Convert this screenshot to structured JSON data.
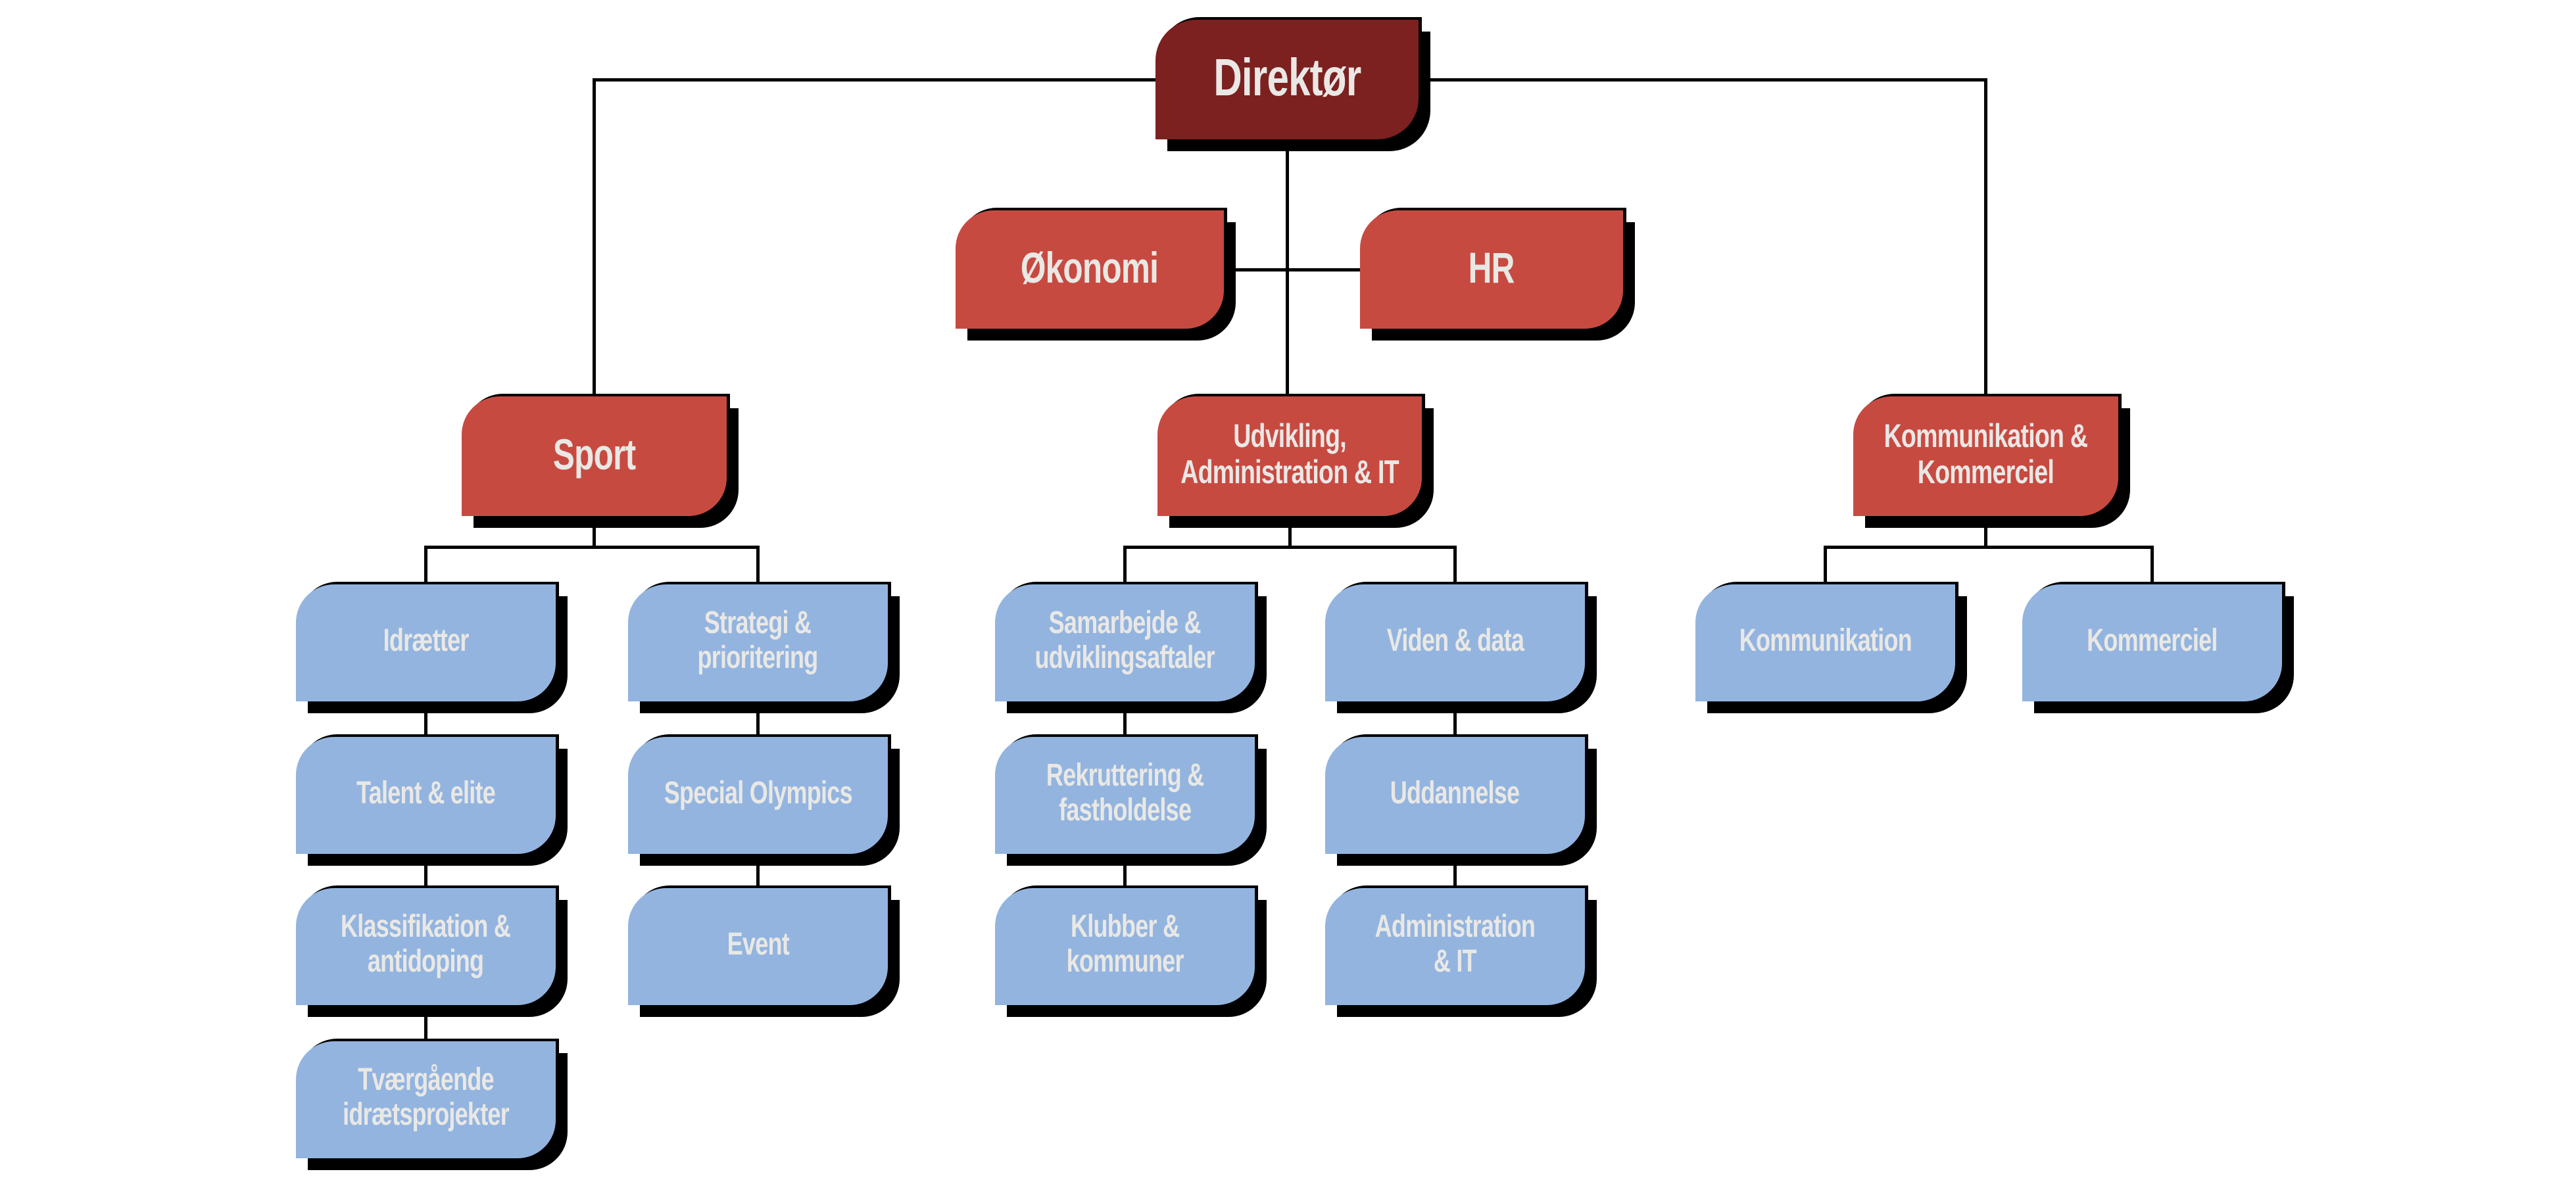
{
  "colors": {
    "dark-red": "#7c2020",
    "red": "#c74a41",
    "blue": "#93b4df",
    "text": "#e9e8e5",
    "line": "#000000",
    "shadow": "#000000"
  },
  "org": {
    "root": {
      "label": "Direktør"
    },
    "staff": [
      {
        "label": "Økonomi"
      },
      {
        "label": "HR"
      }
    ],
    "departments": [
      {
        "label": "Sport",
        "col1": [
          "Idrætter",
          "Talent & elite",
          "Klassifikation &\nantidoping",
          "Tværgående\nidrætsprojekter"
        ],
        "col2": [
          "Strategi &\nprioritering",
          "Special Olympics",
          "Event"
        ]
      },
      {
        "label": "Udvikling,\nAdministration & IT",
        "col1": [
          "Samarbejde &\nudviklingsaftaler",
          "Rekruttering &\nfastholdelse",
          "Klubber &\nkommuner"
        ],
        "col2": [
          "Viden & data",
          "Uddannelse",
          "Administration\n& IT"
        ]
      },
      {
        "label": "Kommunikation &\nKommerciel",
        "col1": [
          "Kommunikation"
        ],
        "col2": [
          "Kommerciel"
        ]
      }
    ]
  }
}
